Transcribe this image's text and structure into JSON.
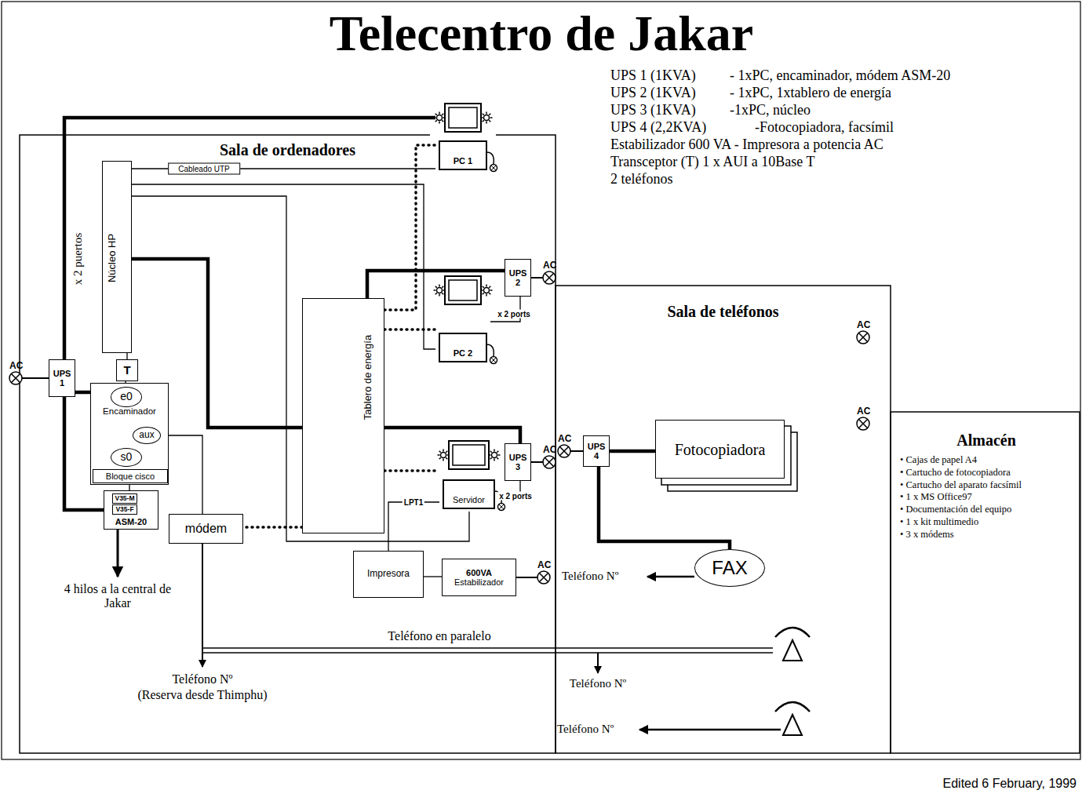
{
  "diagram": {
    "title": "Telecentro de Jakar",
    "nodes": [
      {
        "text": [
          "Sala de ordenadores"
        ]
      },
      {
        "text": [
          "Núcleo HP"
        ],
        "in": 0
      },
      {
        "text": [
          "UPS 1"
        ],
        "in": 0
      },
      {
        "text": [
          "T"
        ],
        "in": 0
      },
      {
        "text": [
          "Encaminador"
        ],
        "in": 0
      },
      {
        "text": [
          "e0"
        ],
        "in": 4
      },
      {
        "text": [
          "aux"
        ],
        "in": 4
      },
      {
        "text": [
          "s0"
        ],
        "in": 4
      },
      {
        "text": [
          "Bloque cisco"
        ],
        "in": 4
      },
      {
        "text": [
          "ASM-20"
        ],
        "in": 0
      },
      {
        "text": [
          "V35-M"
        ],
        "in": 9
      },
      {
        "text": [
          "V35-F"
        ],
        "in": 9
      },
      {
        "text": [
          "módem"
        ],
        "in": 0
      },
      {
        "text": [
          "PC 1"
        ],
        "in": 0
      },
      {
        "text": [
          "UPS 2"
        ],
        "in": 0
      },
      {
        "text": [
          "PC 2"
        ],
        "in": 0
      },
      {
        "text": [
          "Tablero de energía"
        ],
        "in": 0
      },
      {
        "text": [
          "UPS 3"
        ],
        "in": 0
      },
      {
        "text": [
          "Servidor"
        ],
        "in": 0
      },
      {
        "text": [
          "Impresora"
        ],
        "in": 0
      },
      {
        "text": [
          "600VA",
          "Estabilizador"
        ],
        "in": 0
      },
      {
        "text": [
          "Sala de teléfonos"
        ]
      },
      {
        "text": [
          "UPS 4"
        ],
        "in": 21
      },
      {
        "text": [
          "Fotocopiadora"
        ],
        "in": 21
      },
      {
        "text": [
          "FAX"
        ],
        "in": 21
      },
      {
        "text": [
          "Almacén",
          "• Cajas de papel A4",
          "• Cartucho de fotocopiadora",
          "• Cartucho del aparato facsímil",
          "• 1 x MS Office97",
          "• Documentación del equipo",
          "• 1 x kit multimedio",
          "• 3 x módems"
        ]
      }
    ],
    "edges": [
      {
        "from": 2,
        "to": 13,
        "arrow": "none"
      },
      {
        "from": 2,
        "to": 4,
        "arrow": "none"
      },
      {
        "from": 2,
        "to": 9,
        "arrow": "none"
      },
      {
        "from": 1,
        "to": 17,
        "arrow": "none"
      },
      {
        "from": 1,
        "to": 13,
        "label": "Cableado UTP",
        "arrow": "none"
      },
      {
        "from": 1,
        "to": 15,
        "arrow": "none"
      },
      {
        "from": 1,
        "to": 18,
        "arrow": "none"
      },
      {
        "from": 14,
        "to": 16,
        "arrow": "none"
      },
      {
        "from": 14,
        "to": 15,
        "label": "x 2 ports",
        "arrow": "none"
      },
      {
        "from": 17,
        "to": 18,
        "label": "x 2 ports",
        "arrow": "none"
      },
      {
        "from": 4,
        "to": 9,
        "arrow": "none"
      },
      {
        "from": 6,
        "to": 12,
        "arrow": "none"
      },
      {
        "from": 3,
        "to": 1,
        "arrow": "none"
      },
      {
        "from": 3,
        "to": 5,
        "arrow": "none"
      },
      {
        "from": 16,
        "to": 12,
        "arrow": "none"
      },
      {
        "from": 16,
        "to": 13,
        "arrow": "none"
      },
      {
        "from": 16,
        "to": 15,
        "arrow": "none"
      },
      {
        "from": 16,
        "to": 18,
        "arrow": "none"
      },
      {
        "from": 18,
        "to": 19,
        "label": "LPT1",
        "arrow": "none"
      },
      {
        "from": 19,
        "to": 20,
        "arrow": "none"
      },
      {
        "from": 22,
        "to": 23,
        "arrow": "none"
      },
      {
        "from": 22,
        "to": 24,
        "arrow": "none"
      }
    ],
    "labels": [
      "UPS 1 (1KVA)",
      "- 1xPC, encaminador, módem ASM-20",
      "UPS 2 (1KVA)",
      "- 1xPC, 1xtablero de energía",
      "UPS 3 (1KVA)",
      "-1xPC, núcleo",
      "UPS 4 (2,2KVA)",
      "-Fotocopiadora, facsímil",
      "Estabilizador 600 VA - Impresora a potencia AC",
      "Transceptor (T) 1 x AUI a 10Base T",
      "2 teléfonos",
      "x 2 puertos",
      "AC",
      "AC",
      "AC",
      "AC",
      "AC",
      "AC",
      "AC",
      "4 hilos a la central de Jakar",
      "Teléfono Nº",
      "(Reserva desde Thimphu)",
      "Teléfono en paralelo",
      "Teléfono Nº",
      "Teléfono Nº",
      "Teléfono Nº",
      "Edited 6 February, 1999"
    ]
  }
}
